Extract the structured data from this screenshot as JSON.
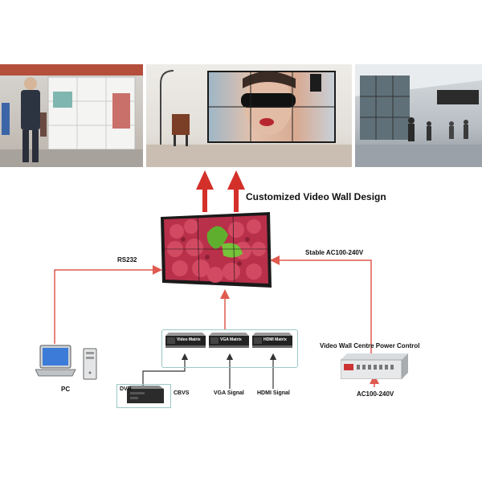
{
  "title": "Customized Video Wall Design",
  "links": {
    "rs232": "RS232",
    "power_in": "Stable AC100-240V",
    "ac_input": "AC100-240V",
    "cbvs": "CBVS",
    "vga_signal": "VGA Signal",
    "hdmi_signal": "HDMI Signal"
  },
  "devices": {
    "pc": "PC",
    "dvr": "DVR",
    "power_control": "Video Wall Centre Power Control",
    "video_matrix": "Video Matrix",
    "vga_matrix": "VGA Matrix",
    "hdmi_matrix": "HDMI Matrix"
  },
  "colors": {
    "arrow": "#c0392b",
    "cable": "#e05a4f",
    "signal": "#333333",
    "matrix_box": "#9cc8c8"
  }
}
